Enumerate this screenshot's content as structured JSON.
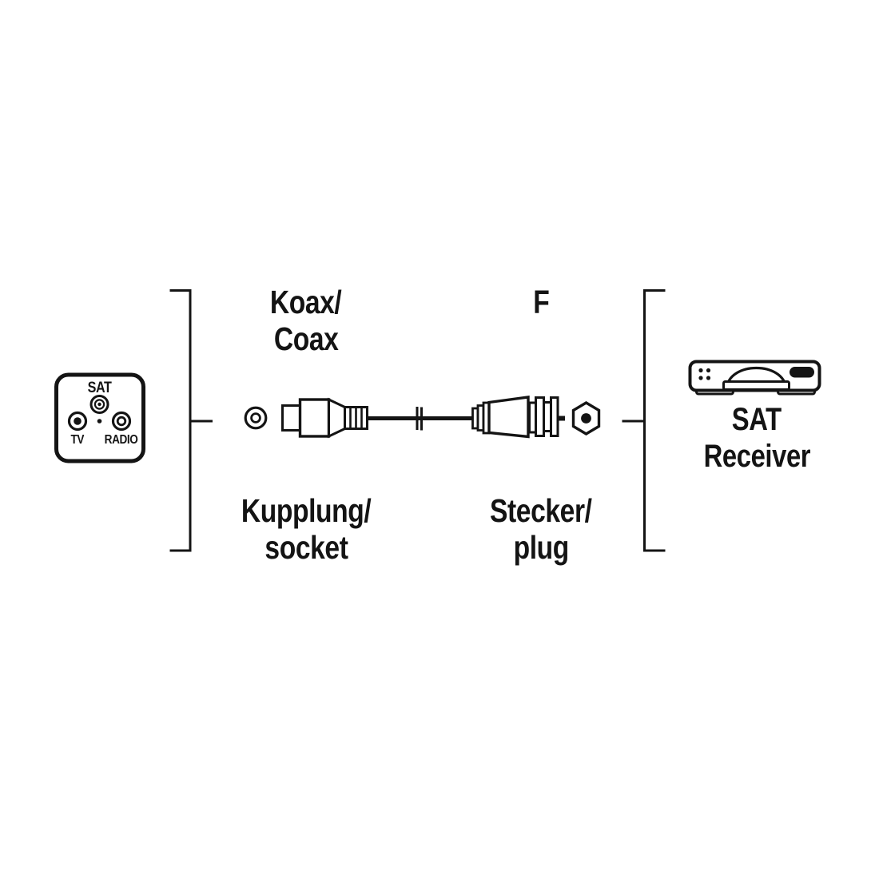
{
  "colors": {
    "ink": "#141414",
    "background": "#ffffff"
  },
  "wall_outlet": {
    "title": "SAT",
    "port_left_label": "TV",
    "port_right_label": "RADIO"
  },
  "connector_labels": {
    "coax_type_line1": "Koax/",
    "coax_type_line2": "Coax",
    "f_type": "F",
    "coax_role_line1": "Kupplung/",
    "coax_role_line2": "socket",
    "f_role_line1": "Stecker/",
    "f_role_line2": "plug"
  },
  "receiver": {
    "label_line1": "SAT",
    "label_line2": "Receiver"
  },
  "icons": {
    "sat-outlet-icon": "wall plate with SAT / TV / RADIO ports",
    "coax-socket-face-icon": "coax socket front view ring",
    "coax-coupler-icon": "coax coupling side view",
    "cable-break-icon": "cable length-break double tick",
    "f-plug-icon": "F plug side view",
    "f-socket-face-icon": "hex F socket front view",
    "sat-receiver-icon": "set-top box",
    "left-bracket": "grouping bracket",
    "right-bracket": "grouping bracket"
  }
}
